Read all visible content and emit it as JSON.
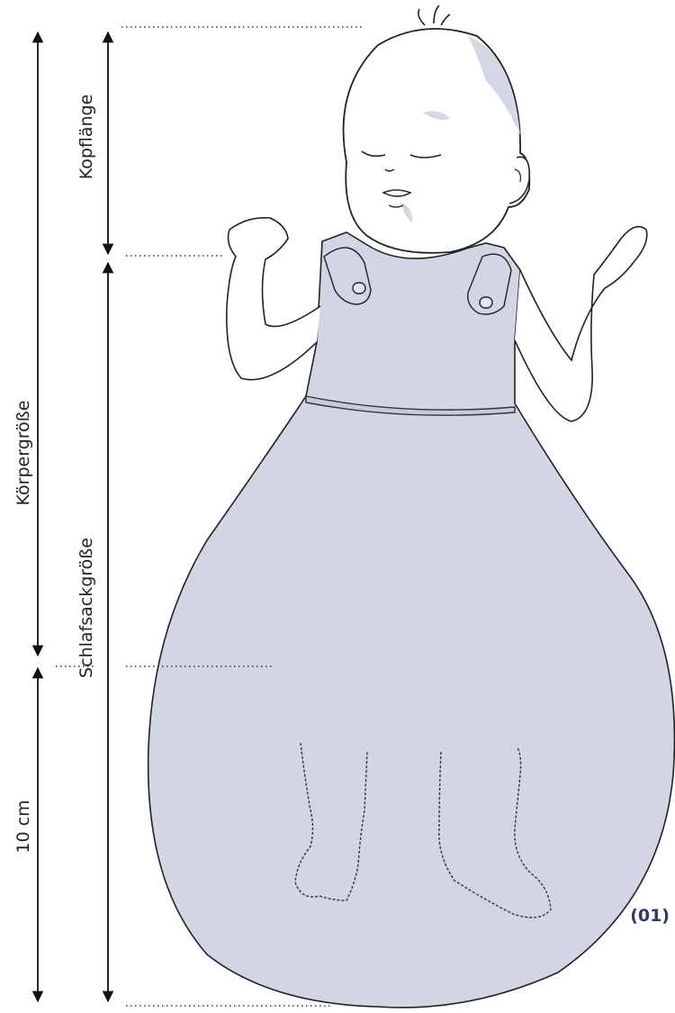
{
  "labels": {
    "body_height": "Körpergröße",
    "head_length": "Kopflänge",
    "sleeping_bag_size": "Schlafsackgröße",
    "extra_length": "10 cm"
  },
  "figure_number": "(01)",
  "colors": {
    "sleeping_bag_fill": "#d2d6e4",
    "line": "#222222",
    "figure_number": "#2b3a66"
  }
}
